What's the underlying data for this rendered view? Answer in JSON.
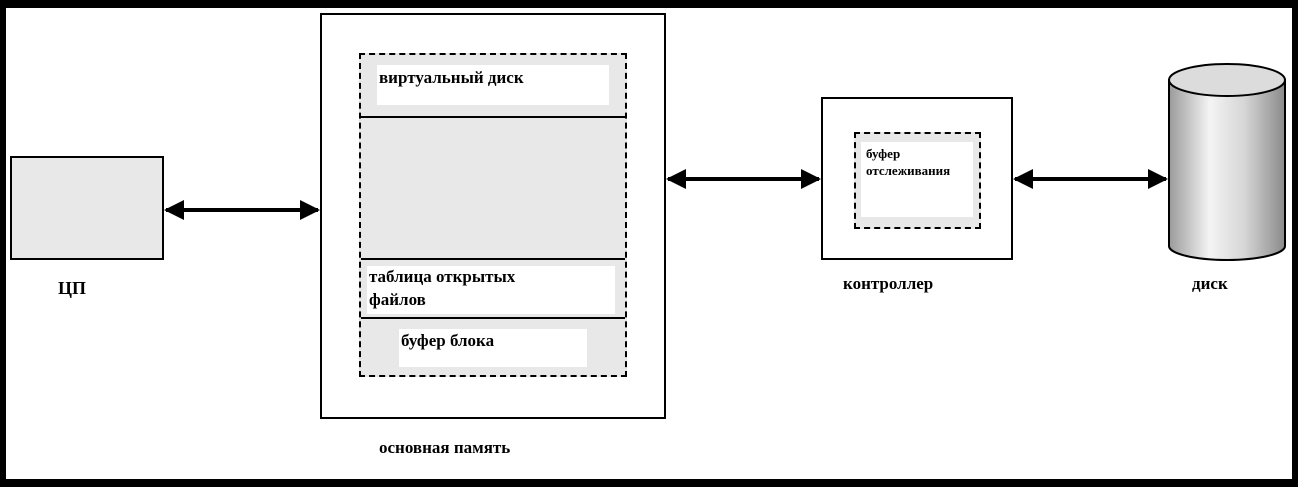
{
  "labels": {
    "cpu": "ЦП",
    "main_memory": "основная память",
    "virtual_disk": "виртуальный диск",
    "open_file_table_line1": "таблица открытых",
    "open_file_table_line2": "файлов",
    "block_buffer": "буфер блока",
    "controller": "контроллер",
    "track_buffer_line1": "буфер",
    "track_buffer_line2": "отслеживания",
    "disk": "диск"
  }
}
